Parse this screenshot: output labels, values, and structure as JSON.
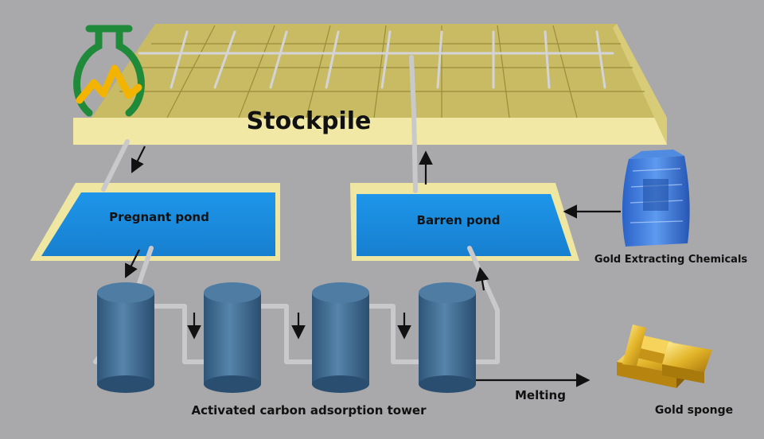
{
  "labels": {
    "stockpile": "Stockpile",
    "pregnant_pond": "Pregnant pond",
    "barren_pond": "Barren pond",
    "chemicals": "Gold Extracting Chemicals",
    "towers": "Activated carbon adsorption tower",
    "melting": "Melting",
    "gold": "Gold sponge"
  },
  "icons": {
    "logo": "flask-mountain-logo",
    "chemical_bag": "chemical-bag-icon",
    "gold_bars": "gold-bars-icon"
  },
  "colors": {
    "background": "#a9a9ab",
    "stockpile_top": "#c8bb63",
    "stockpile_front": "#f1e8a6",
    "pond_water": "#1c8fe0",
    "pond_rim": "#efe6a2",
    "tower": "#3f6a91",
    "pipe": "#c9c9cc",
    "logo_green": "#1f8a3a",
    "logo_gold": "#f2b400"
  }
}
